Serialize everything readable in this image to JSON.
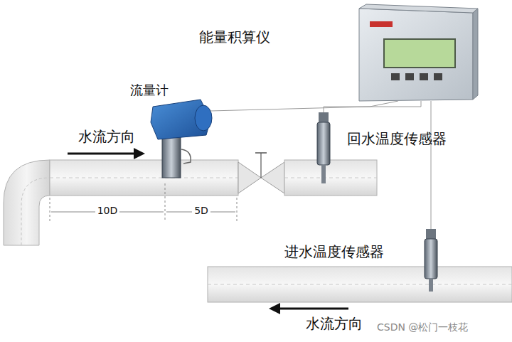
{
  "diagram": {
    "labels": [
      "能量积算仪",
      "流量计",
      "水流方向",
      "回水温度传感器",
      "10D",
      "5D",
      "进水温度传感器",
      "水流方向",
      "CSDN @松门一枝花"
    ]
  }
}
